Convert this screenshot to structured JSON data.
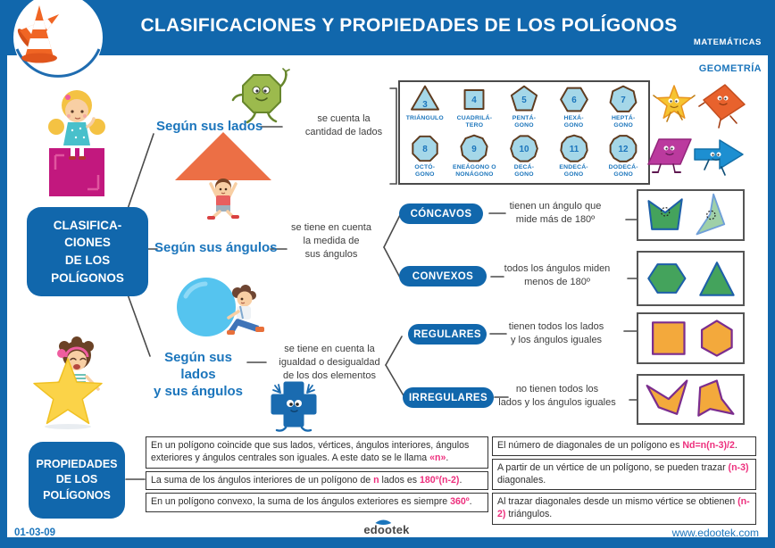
{
  "header": {
    "title": "CLASIFICACIONES Y PROPIEDADES DE LOS POLÍGONOS",
    "subject": "MATEMÁTICAS",
    "topic": "GEOMETRÍA"
  },
  "classification_box": {
    "text": "CLASIFICA-\nCIONES\nDE LOS\nPOLÍGONOS"
  },
  "properties_box": {
    "text": "PROPIEDADES\nDE LOS\nPOLÍGONOS"
  },
  "branches": [
    {
      "label": "Según sus lados",
      "note": "se cuenta la\ncantidad de lados"
    },
    {
      "label": "Según sus ángulos",
      "note": "se tiene en cuenta\nla medida de\nsus ángulos",
      "pills": [
        {
          "label": "CÓNCAVOS",
          "note": "tienen un ángulo que\nmide más de 180º"
        },
        {
          "label": "CONVEXOS",
          "note": "todos los ángulos miden\nmenos de 180º"
        }
      ]
    },
    {
      "label": "Según sus lados\ny sus ángulos",
      "note": "se tiene en cuenta la\nigualdad o desigualdad\nde los dos elementos",
      "pills": [
        {
          "label": "REGULARES",
          "note": "tienen todos los lados\ny los ángulos iguales"
        },
        {
          "label": "IRREGULARES",
          "note": "no tienen todos los\nlados y los ángulos iguales"
        }
      ]
    }
  ],
  "polygon_table": {
    "items": [
      {
        "number": "3",
        "sides": 3,
        "label": "TRIÁNGULO"
      },
      {
        "number": "4",
        "sides": 4,
        "label": "CUADRILÁ-\nTERO"
      },
      {
        "number": "5",
        "sides": 5,
        "label": "PENTÁ-\nGONO"
      },
      {
        "number": "6",
        "sides": 6,
        "label": "HEXÁ-\nGONO"
      },
      {
        "number": "7",
        "sides": 7,
        "label": "HEPTÁ-\nGONO"
      },
      {
        "number": "8",
        "sides": 8,
        "label": "OCTÓ-\nGONO"
      },
      {
        "number": "9",
        "sides": 9,
        "label": "ENEÁGONO O\nNONÁGONO"
      },
      {
        "number": "10",
        "sides": 10,
        "label": "DECÁ-\nGONO"
      },
      {
        "number": "11",
        "sides": 11,
        "label": "ENDECÁ-\nGONO"
      },
      {
        "number": "12",
        "sides": 12,
        "label": "DODECÁ-\nGONO"
      }
    ]
  },
  "properties": {
    "left": [
      [
        {
          "t": "En un polígono coincide que sus lados, vértices, ángulos interiores, ángulos exteriores y ángulos centrales son iguales. A este dato se le llama "
        },
        {
          "t": "«n»",
          "hl": true
        },
        {
          "t": "."
        }
      ],
      [
        {
          "t": "La suma de los ángulos interiores de un polígono de "
        },
        {
          "t": "n",
          "hl": true
        },
        {
          "t": " lados es "
        },
        {
          "t": "180º(n-2)",
          "hl": true
        },
        {
          "t": "."
        }
      ],
      [
        {
          "t": "En un polígono convexo, la suma de los ángulos exteriores es siempre "
        },
        {
          "t": "360º",
          "hl": true
        },
        {
          "t": "."
        }
      ]
    ],
    "right": [
      [
        {
          "t": "El número de diagonales de un polígono es "
        },
        {
          "t": "Nd=n(n-3)/2",
          "hl": true
        },
        {
          "t": "."
        }
      ],
      [
        {
          "t": "A partir de un vértice de un polígono, se pueden trazar "
        },
        {
          "t": "(n-3)",
          "hl": true
        },
        {
          "t": " diagonales."
        }
      ],
      [
        {
          "t": "Al trazar diagonales desde un mismo vértice se obtienen "
        },
        {
          "t": "(n-2)",
          "hl": true
        },
        {
          "t": " triángulos."
        }
      ]
    ]
  },
  "footer": {
    "date": "01-03-09",
    "brand": "edootek",
    "website": "www.edootek.com"
  },
  "illustrations": [
    "traffic-cones-logo",
    "girl-on-pink-cube",
    "walking-green-octagon",
    "boy-holding-orange-triangle",
    "boy-with-blue-ball",
    "girl-with-yellow-star",
    "blue-plus-character",
    "star-character",
    "orange-quad-character",
    "magenta-parallelogram-character",
    "blue-arrow-character"
  ],
  "colors": {
    "primary_blue": "#1167ac",
    "link_blue": "#1b75bc",
    "highlight_pink": "#ed2f7d",
    "shape_blue_fill": "#a5d7e8",
    "shape_brown_stroke": "#5f3b1e",
    "green_fill": "#44a35c",
    "green_stroke": "#1d5fa8",
    "orange_fill": "#f3a93c",
    "purple_stroke": "#7b2d8e"
  }
}
